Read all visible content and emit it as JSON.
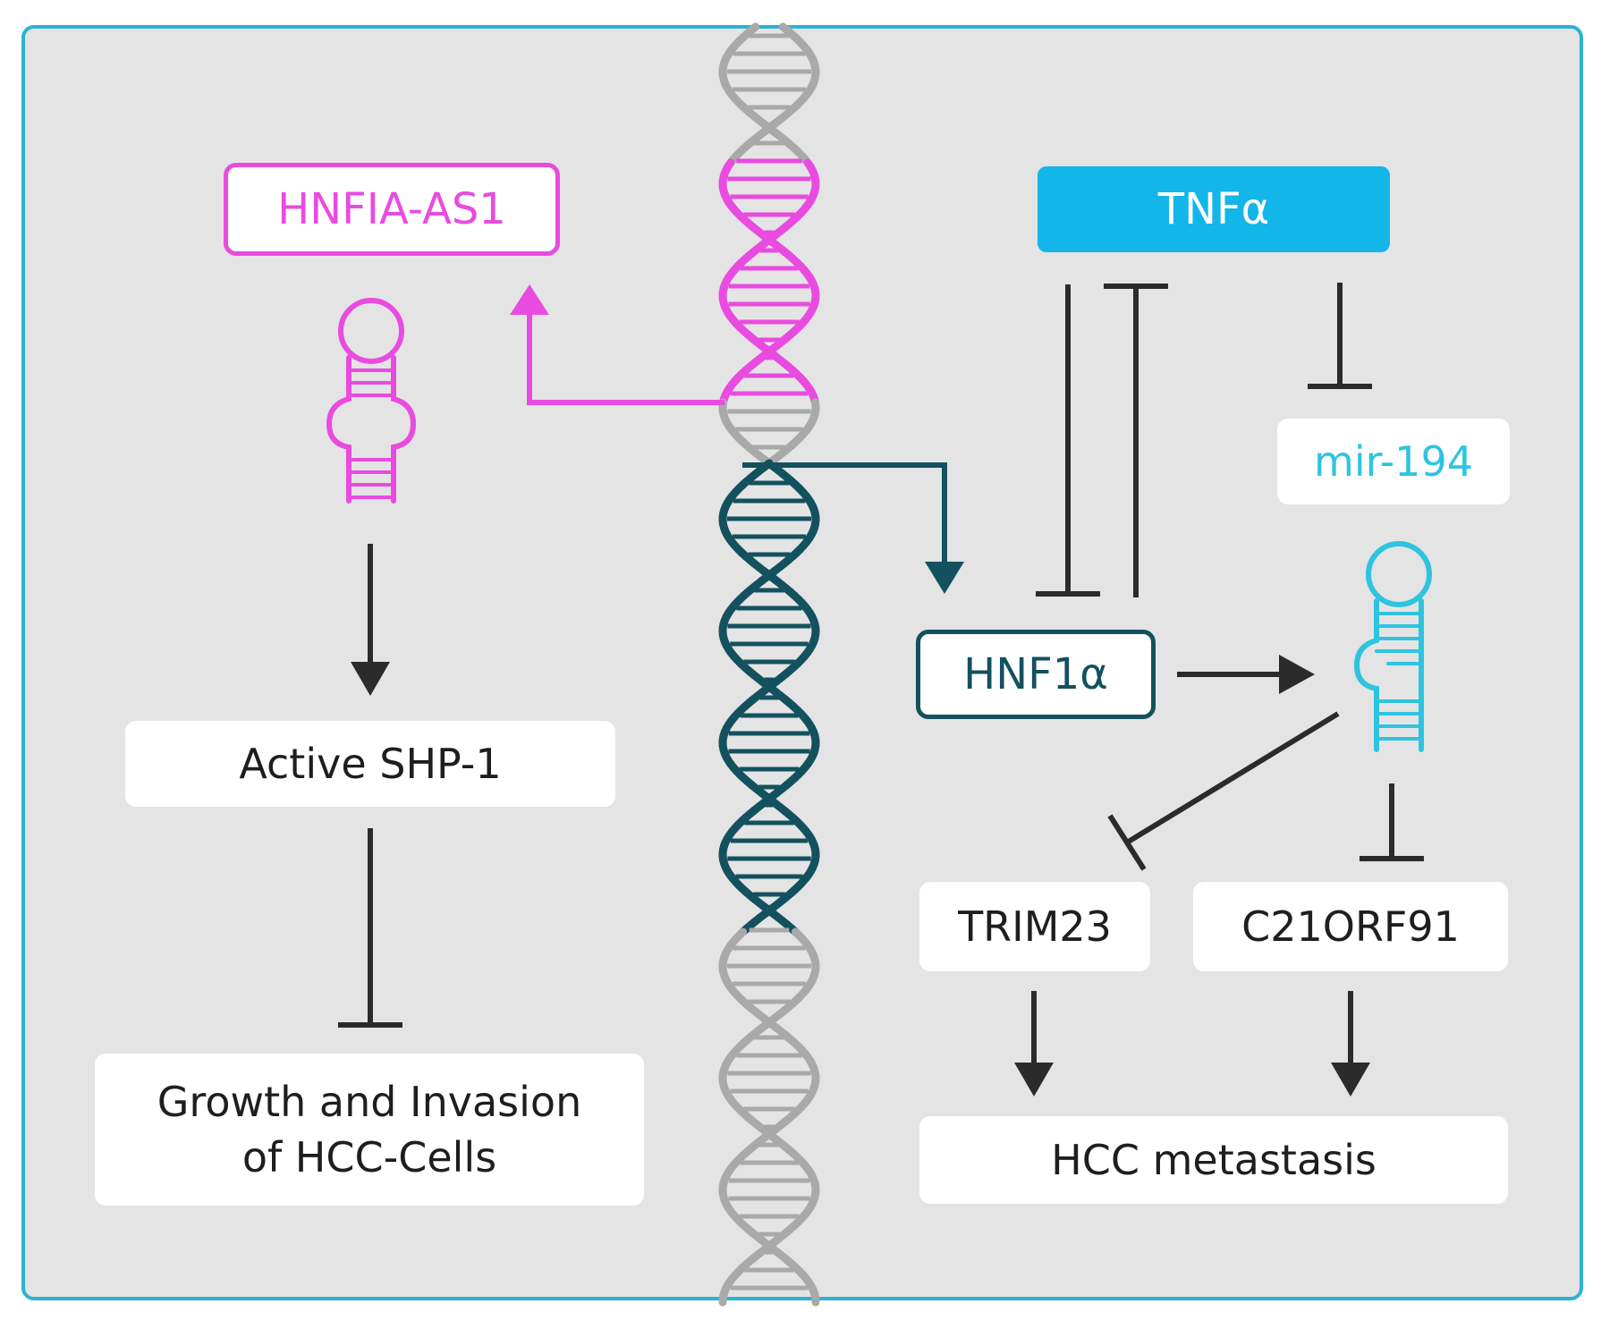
{
  "nodes": {
    "hnfia_as1": "HNFIA-AS1",
    "tnfa": "TNFα",
    "hnf1a": "HNF1α",
    "mir194": "mir-194",
    "active_shp1": "Active SHP-1",
    "growth_invasion": "Growth and Invasion\nof HCC-Cells",
    "trim23": "TRIM23",
    "c21orf91": "C21ORF91",
    "hcc_metastasis": "HCC metastasis"
  },
  "colors": {
    "frame_border": "#2ab3d6",
    "background": "#e4e4e4",
    "lncrna_magenta": "#e94be0",
    "tnfa_blue": "#13b6e8",
    "hnf1a_teal": "#13515e",
    "mirna_cyan": "#2ec4e0",
    "dna_gray": "#a9a9a9",
    "arrow_dark": "#2b2b2b"
  },
  "edges": [
    {
      "from": "dna",
      "to": "hnfia_as1",
      "type": "activation"
    },
    {
      "from": "dna",
      "to": "hnf1a",
      "type": "activation"
    },
    {
      "from": "hnfia_as1",
      "to": "active_shp1",
      "type": "activation"
    },
    {
      "from": "active_shp1",
      "to": "growth_invasion",
      "type": "inhibition"
    },
    {
      "from": "tnfa",
      "to": "hnf1a",
      "type": "inhibition"
    },
    {
      "from": "hnf1a",
      "to": "tnfa",
      "type": "inhibition"
    },
    {
      "from": "tnfa",
      "to": "mir194",
      "type": "inhibition"
    },
    {
      "from": "hnf1a",
      "to": "mir194",
      "type": "activation"
    },
    {
      "from": "mir194",
      "to": "trim23",
      "type": "inhibition"
    },
    {
      "from": "mir194",
      "to": "c21orf91",
      "type": "inhibition"
    },
    {
      "from": "trim23",
      "to": "hcc_metastasis",
      "type": "activation"
    },
    {
      "from": "c21orf91",
      "to": "hcc_metastasis",
      "type": "activation"
    }
  ]
}
